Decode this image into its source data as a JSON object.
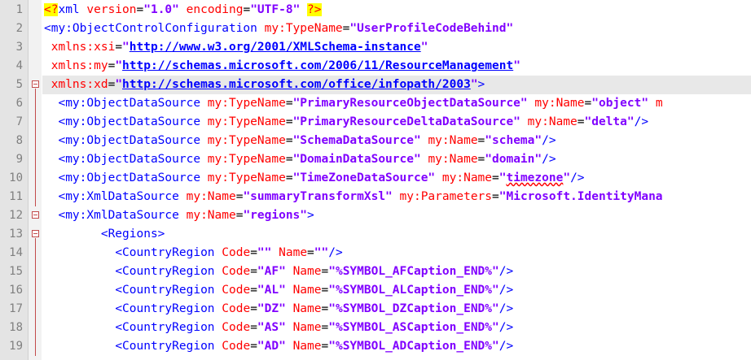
{
  "editor": {
    "colors": {
      "tag": "#0000ff",
      "attribute": "#ff0000",
      "value": "#8000ff",
      "gutter": "#e4e4e4",
      "current_line": "#e8e8e8",
      "fold_marker": "#c24a4a"
    },
    "lines": [
      {
        "num": "1",
        "fold": false,
        "tokens": [
          {
            "t": "pi",
            "v": "<?"
          },
          {
            "t": "tag",
            "v": "xml "
          },
          {
            "t": "attr",
            "v": "version"
          },
          {
            "t": "plain",
            "v": "="
          },
          {
            "t": "val",
            "v": "\"1.0\""
          },
          {
            "t": "plain",
            "v": " "
          },
          {
            "t": "attr",
            "v": "encoding"
          },
          {
            "t": "plain",
            "v": "="
          },
          {
            "t": "val",
            "v": "\"UTF-8\""
          },
          {
            "t": "plain",
            "v": " "
          },
          {
            "t": "pi",
            "v": "?>"
          }
        ]
      },
      {
        "num": "2",
        "fold": false,
        "tokens": [
          {
            "t": "tag",
            "v": "<my:ObjectControlConfiguration "
          },
          {
            "t": "attr",
            "v": "my:TypeName"
          },
          {
            "t": "plain",
            "v": "="
          },
          {
            "t": "val",
            "v": "\"UserProfileCodeBehind\""
          }
        ]
      },
      {
        "num": "3",
        "fold": false,
        "tokens": [
          {
            "t": "plain",
            "v": " "
          },
          {
            "t": "attr",
            "v": "xmlns:xsi"
          },
          {
            "t": "plain",
            "v": "="
          },
          {
            "t": "val",
            "v": "\""
          },
          {
            "t": "link",
            "v": "http://www.w3.org/2001/XMLSchema-instance"
          },
          {
            "t": "val",
            "v": "\""
          }
        ]
      },
      {
        "num": "4",
        "fold": false,
        "tokens": [
          {
            "t": "plain",
            "v": " "
          },
          {
            "t": "attr",
            "v": "xmlns:my"
          },
          {
            "t": "plain",
            "v": "="
          },
          {
            "t": "val",
            "v": "\""
          },
          {
            "t": "link",
            "v": "http://schemas.microsoft.com/2006/11/ResourceManagement"
          },
          {
            "t": "val",
            "v": "\""
          }
        ]
      },
      {
        "num": "5",
        "fold": true,
        "highlight": true,
        "tokens": [
          {
            "t": "plain",
            "v": " "
          },
          {
            "t": "attr",
            "v": "xmlns:xd"
          },
          {
            "t": "plain",
            "v": "="
          },
          {
            "t": "val",
            "v": "\""
          },
          {
            "t": "link",
            "v": "http://schemas.microsoft.com/office/infopath/2003"
          },
          {
            "t": "val",
            "v": "\""
          },
          {
            "t": "tag",
            "v": ">"
          }
        ]
      },
      {
        "num": "6",
        "fold": false,
        "tokens": [
          {
            "t": "plain",
            "v": "  "
          },
          {
            "t": "tag",
            "v": "<my:ObjectDataSource "
          },
          {
            "t": "attr",
            "v": "my:TypeName"
          },
          {
            "t": "plain",
            "v": "="
          },
          {
            "t": "val",
            "v": "\"PrimaryResourceObjectDataSource\""
          },
          {
            "t": "plain",
            "v": " "
          },
          {
            "t": "attr",
            "v": "my:Name"
          },
          {
            "t": "plain",
            "v": "="
          },
          {
            "t": "val",
            "v": "\"object\""
          },
          {
            "t": "plain",
            "v": " "
          },
          {
            "t": "attr",
            "v": "m"
          }
        ]
      },
      {
        "num": "7",
        "fold": false,
        "tokens": [
          {
            "t": "plain",
            "v": "  "
          },
          {
            "t": "tag",
            "v": "<my:ObjectDataSource "
          },
          {
            "t": "attr",
            "v": "my:TypeName"
          },
          {
            "t": "plain",
            "v": "="
          },
          {
            "t": "val",
            "v": "\"PrimaryResourceDeltaDataSource\""
          },
          {
            "t": "plain",
            "v": " "
          },
          {
            "t": "attr",
            "v": "my:Name"
          },
          {
            "t": "plain",
            "v": "="
          },
          {
            "t": "val",
            "v": "\"delta\""
          },
          {
            "t": "tag",
            "v": "/>"
          }
        ]
      },
      {
        "num": "8",
        "fold": false,
        "tokens": [
          {
            "t": "plain",
            "v": "  "
          },
          {
            "t": "tag",
            "v": "<my:ObjectDataSource "
          },
          {
            "t": "attr",
            "v": "my:TypeName"
          },
          {
            "t": "plain",
            "v": "="
          },
          {
            "t": "val",
            "v": "\"SchemaDataSource\""
          },
          {
            "t": "plain",
            "v": " "
          },
          {
            "t": "attr",
            "v": "my:Name"
          },
          {
            "t": "plain",
            "v": "="
          },
          {
            "t": "val",
            "v": "\"schema\""
          },
          {
            "t": "tag",
            "v": "/>"
          }
        ]
      },
      {
        "num": "9",
        "fold": false,
        "tokens": [
          {
            "t": "plain",
            "v": "  "
          },
          {
            "t": "tag",
            "v": "<my:ObjectDataSource "
          },
          {
            "t": "attr",
            "v": "my:TypeName"
          },
          {
            "t": "plain",
            "v": "="
          },
          {
            "t": "val",
            "v": "\"DomainDataSource\""
          },
          {
            "t": "plain",
            "v": " "
          },
          {
            "t": "attr",
            "v": "my:Name"
          },
          {
            "t": "plain",
            "v": "="
          },
          {
            "t": "val",
            "v": "\"domain\""
          },
          {
            "t": "tag",
            "v": "/>"
          }
        ]
      },
      {
        "num": "10",
        "fold": false,
        "tokens": [
          {
            "t": "plain",
            "v": "  "
          },
          {
            "t": "tag",
            "v": "<my:ObjectDataSource "
          },
          {
            "t": "attr",
            "v": "my:TypeName"
          },
          {
            "t": "plain",
            "v": "="
          },
          {
            "t": "val",
            "v": "\"TimeZoneDataSource\""
          },
          {
            "t": "plain",
            "v": " "
          },
          {
            "t": "attr",
            "v": "my:Name"
          },
          {
            "t": "plain",
            "v": "="
          },
          {
            "t": "val",
            "v": "\""
          },
          {
            "t": "squig",
            "v": "timezone"
          },
          {
            "t": "val",
            "v": "\""
          },
          {
            "t": "tag",
            "v": "/>"
          }
        ]
      },
      {
        "num": "11",
        "fold": false,
        "tokens": [
          {
            "t": "plain",
            "v": "  "
          },
          {
            "t": "tag",
            "v": "<my:XmlDataSource "
          },
          {
            "t": "attr",
            "v": "my:Name"
          },
          {
            "t": "plain",
            "v": "="
          },
          {
            "t": "val",
            "v": "\"summaryTransformXsl\""
          },
          {
            "t": "plain",
            "v": " "
          },
          {
            "t": "attr",
            "v": "my:Parameters"
          },
          {
            "t": "plain",
            "v": "="
          },
          {
            "t": "val",
            "v": "\"Microsoft.IdentityMana"
          }
        ]
      },
      {
        "num": "12",
        "fold": true,
        "tokens": [
          {
            "t": "plain",
            "v": "  "
          },
          {
            "t": "tag",
            "v": "<my:XmlDataSource "
          },
          {
            "t": "attr",
            "v": "my:Name"
          },
          {
            "t": "plain",
            "v": "="
          },
          {
            "t": "val",
            "v": "\"regions\""
          },
          {
            "t": "tag",
            "v": ">"
          }
        ]
      },
      {
        "num": "13",
        "fold": true,
        "tokens": [
          {
            "t": "plain",
            "v": "        "
          },
          {
            "t": "tag",
            "v": "<Regions>"
          }
        ]
      },
      {
        "num": "14",
        "fold": false,
        "tokens": [
          {
            "t": "plain",
            "v": "          "
          },
          {
            "t": "tag",
            "v": "<CountryRegion "
          },
          {
            "t": "attr",
            "v": "Code"
          },
          {
            "t": "plain",
            "v": "="
          },
          {
            "t": "val",
            "v": "\"\""
          },
          {
            "t": "plain",
            "v": " "
          },
          {
            "t": "attr",
            "v": "Name"
          },
          {
            "t": "plain",
            "v": "="
          },
          {
            "t": "val",
            "v": "\"\""
          },
          {
            "t": "tag",
            "v": "/>"
          }
        ]
      },
      {
        "num": "15",
        "fold": false,
        "tokens": [
          {
            "t": "plain",
            "v": "          "
          },
          {
            "t": "tag",
            "v": "<CountryRegion "
          },
          {
            "t": "attr",
            "v": "Code"
          },
          {
            "t": "plain",
            "v": "="
          },
          {
            "t": "val",
            "v": "\"AF\""
          },
          {
            "t": "plain",
            "v": " "
          },
          {
            "t": "attr",
            "v": "Name"
          },
          {
            "t": "plain",
            "v": "="
          },
          {
            "t": "val",
            "v": "\"%SYMBOL_AFCaption_END%\""
          },
          {
            "t": "tag",
            "v": "/>"
          }
        ]
      },
      {
        "num": "16",
        "fold": false,
        "tokens": [
          {
            "t": "plain",
            "v": "          "
          },
          {
            "t": "tag",
            "v": "<CountryRegion "
          },
          {
            "t": "attr",
            "v": "Code"
          },
          {
            "t": "plain",
            "v": "="
          },
          {
            "t": "val",
            "v": "\"AL\""
          },
          {
            "t": "plain",
            "v": " "
          },
          {
            "t": "attr",
            "v": "Name"
          },
          {
            "t": "plain",
            "v": "="
          },
          {
            "t": "val",
            "v": "\"%SYMBOL_ALCaption_END%\""
          },
          {
            "t": "tag",
            "v": "/>"
          }
        ]
      },
      {
        "num": "17",
        "fold": false,
        "tokens": [
          {
            "t": "plain",
            "v": "          "
          },
          {
            "t": "tag",
            "v": "<CountryRegion "
          },
          {
            "t": "attr",
            "v": "Code"
          },
          {
            "t": "plain",
            "v": "="
          },
          {
            "t": "val",
            "v": "\"DZ\""
          },
          {
            "t": "plain",
            "v": " "
          },
          {
            "t": "attr",
            "v": "Name"
          },
          {
            "t": "plain",
            "v": "="
          },
          {
            "t": "val",
            "v": "\"%SYMBOL_DZCaption_END%\""
          },
          {
            "t": "tag",
            "v": "/>"
          }
        ]
      },
      {
        "num": "18",
        "fold": false,
        "tokens": [
          {
            "t": "plain",
            "v": "          "
          },
          {
            "t": "tag",
            "v": "<CountryRegion "
          },
          {
            "t": "attr",
            "v": "Code"
          },
          {
            "t": "plain",
            "v": "="
          },
          {
            "t": "val",
            "v": "\"AS\""
          },
          {
            "t": "plain",
            "v": " "
          },
          {
            "t": "attr",
            "v": "Name"
          },
          {
            "t": "plain",
            "v": "="
          },
          {
            "t": "val",
            "v": "\"%SYMBOL_ASCaption_END%\""
          },
          {
            "t": "tag",
            "v": "/>"
          }
        ]
      },
      {
        "num": "19",
        "fold": false,
        "tokens": [
          {
            "t": "plain",
            "v": "          "
          },
          {
            "t": "tag",
            "v": "<CountryRegion "
          },
          {
            "t": "attr",
            "v": "Code"
          },
          {
            "t": "plain",
            "v": "="
          },
          {
            "t": "val",
            "v": "\"AD\""
          },
          {
            "t": "plain",
            "v": " "
          },
          {
            "t": "attr",
            "v": "Name"
          },
          {
            "t": "plain",
            "v": "="
          },
          {
            "t": "val",
            "v": "\"%SYMBOL_ADCaption_END%\""
          },
          {
            "t": "tag",
            "v": "/>"
          }
        ]
      }
    ]
  }
}
